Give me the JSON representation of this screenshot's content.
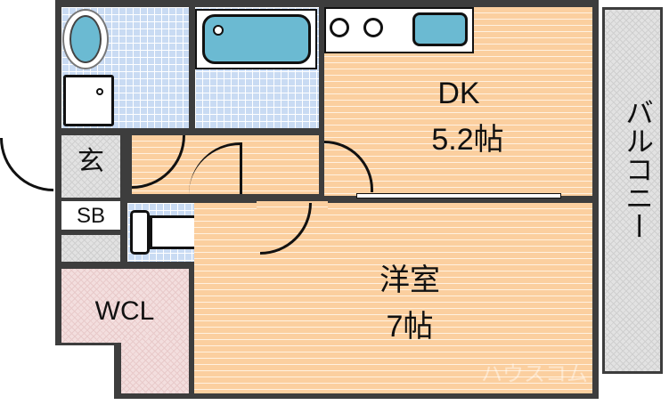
{
  "rooms": {
    "dk": {
      "name": "DK",
      "size": "5.2帖"
    },
    "western": {
      "name": "洋室",
      "size": "7帖"
    },
    "genkan": {
      "name": "玄"
    },
    "sb": {
      "name": "SB"
    },
    "wcl": {
      "name": "WCL"
    },
    "balcony": {
      "name": "バルコニー"
    }
  },
  "watermark": "ハウスコム",
  "colors": {
    "wall": "#3d3d3d",
    "floor": "#fbcf9f",
    "tile": "#c9dbf3",
    "fixture": "#6bbad2"
  }
}
